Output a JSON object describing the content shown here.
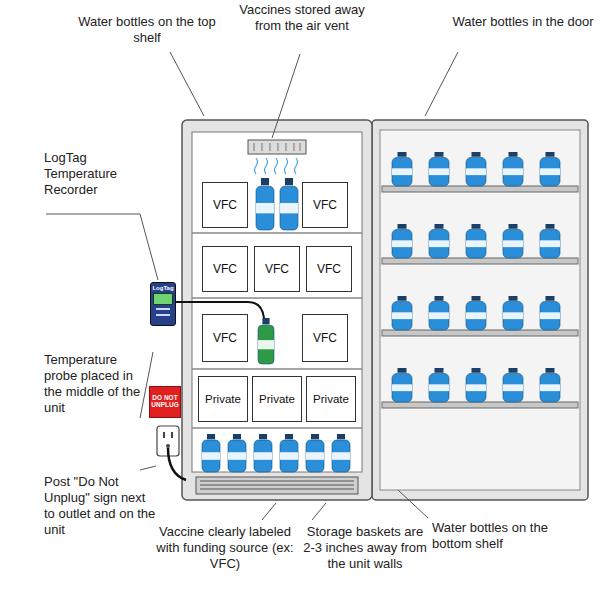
{
  "diagram": {
    "nodes": [
      {
        "text": [
          "VFC"
        ]
      },
      {
        "text": [
          "VFC"
        ]
      },
      {
        "text": [
          "VFC"
        ]
      },
      {
        "text": [
          "VFC"
        ]
      },
      {
        "text": [
          "VFC"
        ]
      },
      {
        "text": [
          "VFC"
        ]
      },
      {
        "text": [
          "VFC"
        ]
      },
      {
        "text": [
          "Private"
        ]
      },
      {
        "text": [
          "Private"
        ]
      },
      {
        "text": [
          "Private"
        ]
      },
      {
        "text": [
          "LogTag"
        ]
      },
      {
        "text": [
          "DO NOT UNPLUG"
        ]
      }
    ],
    "labels": [
      "Water bottles on the top shelf",
      "Vaccines stored away from the air vent",
      "Water bottles in the door",
      "LogTag Temperature Recorder",
      "Temperature probe placed in the middle of the unit",
      "Post \"Do Not Unplug\" sign next to outlet and on the unit",
      "Vaccine clearly labeled with funding source (ex: VFC)",
      "Storage baskets are 2-3 inches away from the unit walls",
      "Water bottles on the bottom shelf"
    ]
  }
}
